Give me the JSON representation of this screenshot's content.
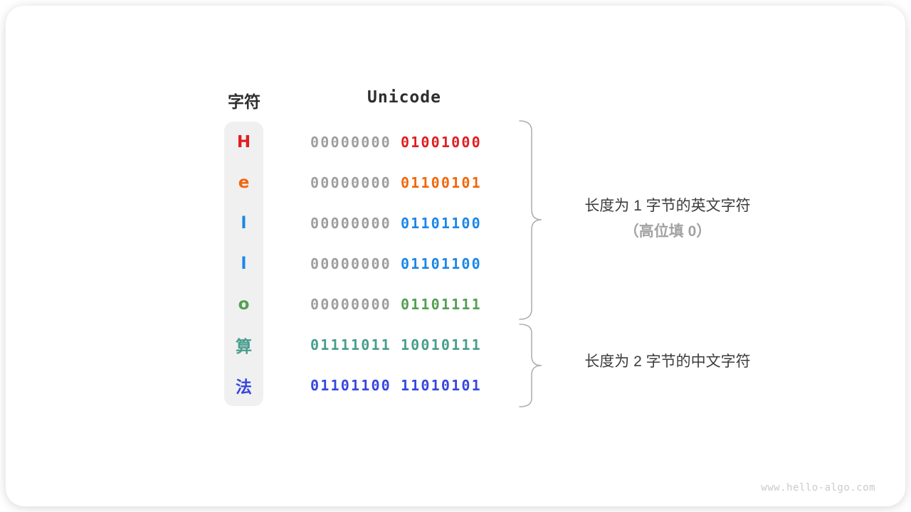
{
  "table": {
    "headers": {
      "char": "字符",
      "unicode": "Unicode"
    },
    "rows": [
      {
        "char": "H",
        "byte1": "00000000",
        "byte2": "01001000",
        "color": "#df1f1f",
        "byte1_color": "#9e9e9e"
      },
      {
        "char": "e",
        "byte1": "00000000",
        "byte2": "01100101",
        "color": "#f2670c",
        "byte1_color": "#9e9e9e"
      },
      {
        "char": "l",
        "byte1": "00000000",
        "byte2": "01101100",
        "color": "#1b87e8",
        "byte1_color": "#9e9e9e"
      },
      {
        "char": "l",
        "byte1": "00000000",
        "byte2": "01101100",
        "color": "#1b87e8",
        "byte1_color": "#9e9e9e"
      },
      {
        "char": "o",
        "byte1": "00000000",
        "byte2": "01101111",
        "color": "#52a052",
        "byte1_color": "#9e9e9e"
      },
      {
        "char": "算",
        "byte1": "01111011",
        "byte2": "10010111",
        "color": "#499d8d",
        "byte1_color": "#499d8d"
      },
      {
        "char": "法",
        "byte1": "01101100",
        "byte2": "11010101",
        "color": "#3747e0",
        "byte1_color": "#3747e0"
      }
    ]
  },
  "annotations": {
    "one_byte": {
      "line1": "长度为 1 字节的英文字符",
      "line2": "（高位填 0）"
    },
    "two_byte": {
      "line1": "长度为 2 字节的中文字符"
    }
  },
  "footer": {
    "url": "www.hello-algo.com"
  },
  "colors": {
    "gray_bits": "#9e9e9e",
    "pill_background": "#f0f0f1",
    "brace_stroke": "#b0b0b0",
    "heading_text": "#2e2e2e",
    "annotation_text": "#3c3c3c",
    "annotation_gray_text": "#a2a2a2",
    "footer_text": "#cbcbcb"
  }
}
